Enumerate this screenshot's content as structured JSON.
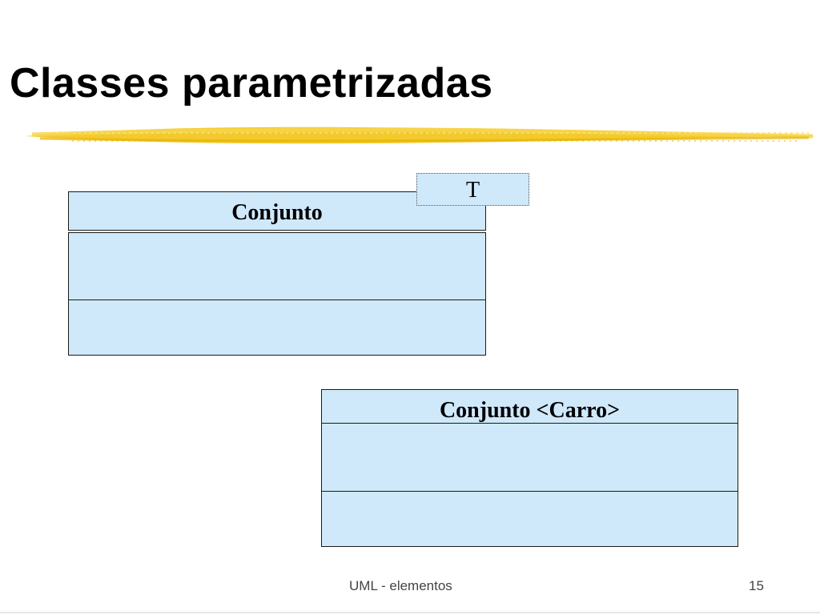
{
  "slide": {
    "title": "Classes parametrizadas",
    "accent_color": "#f2c417",
    "box_fill": "#cfe9fb"
  },
  "diagram": {
    "generic_class": {
      "name": "Conjunto",
      "parameter": "T"
    },
    "bound_class": {
      "name": "Conjunto <Carro>"
    }
  },
  "footer": {
    "label": "UML - elementos",
    "page_number": "15"
  }
}
